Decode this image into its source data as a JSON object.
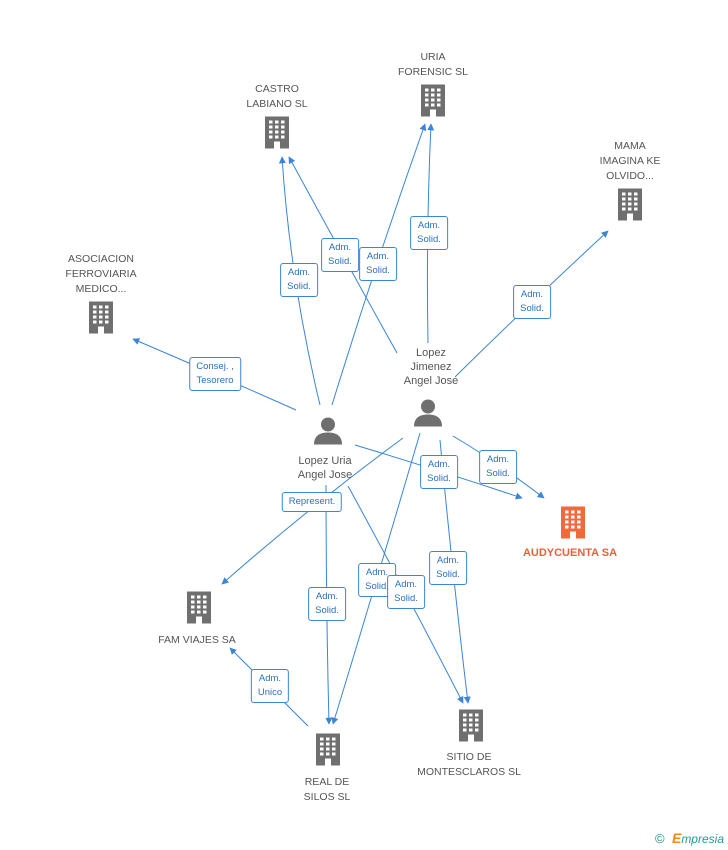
{
  "colors": {
    "edge": "#3a85d6",
    "company_icon": "#6f6f6f",
    "focus_company_icon": "#f06a3c",
    "person_icon": "#6f6f6f"
  },
  "nodes": {
    "castro": {
      "type": "company",
      "label_lines": [
        "CASTRO",
        "LABIANO SL"
      ]
    },
    "uria": {
      "type": "company",
      "label_lines": [
        "URIA",
        "FORENSIC  SL"
      ]
    },
    "mama": {
      "type": "company",
      "label_lines": [
        "MAMA",
        "IMAGINA KE",
        "OLVIDO..."
      ]
    },
    "asociacion": {
      "type": "company",
      "label_lines": [
        "ASOCIACION",
        "FERROVIARIA",
        "MEDICO..."
      ]
    },
    "lopez_jimenez": {
      "type": "person",
      "label_lines": [
        "Lopez",
        "Jimenez",
        "Angel Jose"
      ]
    },
    "lopez_uria": {
      "type": "person",
      "label_lines": [
        "Lopez Uria",
        "Angel Jose"
      ]
    },
    "audycuenta": {
      "type": "company",
      "focus": true,
      "label_lines": [
        "AUDYCUENTA SA"
      ]
    },
    "fam": {
      "type": "company",
      "label_lines": [
        "FAM VIAJES SA"
      ]
    },
    "real": {
      "type": "company",
      "label_lines": [
        "REAL DE",
        "SILOS SL"
      ]
    },
    "sitio": {
      "type": "company",
      "label_lines": [
        "SITIO DE",
        "MONTESCLAROS SL"
      ]
    }
  },
  "edges": [
    {
      "from": "lopez_uria",
      "to": "castro",
      "label_lines": [
        "Adm.",
        "Solid."
      ]
    },
    {
      "from": "lopez_jimenez",
      "to": "castro",
      "label_lines": [
        "Adm.",
        "Solid."
      ]
    },
    {
      "from": "lopez_uria",
      "to": "uria",
      "label_lines": [
        "Adm.",
        "Solid."
      ]
    },
    {
      "from": "lopez_jimenez",
      "to": "uria",
      "label_lines": [
        "Adm.",
        "Solid."
      ]
    },
    {
      "from": "lopez_jimenez",
      "to": "mama",
      "label_lines": [
        "Adm.",
        "Solid."
      ]
    },
    {
      "from": "lopez_uria",
      "to": "asociacion",
      "label_lines": [
        "Consej. ,",
        "Tesorero"
      ]
    },
    {
      "from": "lopez_uria",
      "to": "audycuenta",
      "label_lines": [
        "Adm.",
        "Solid."
      ]
    },
    {
      "from": "lopez_jimenez",
      "to": "audycuenta",
      "label_lines": [
        "Adm.",
        "Solid."
      ]
    },
    {
      "from": "lopez_jimenez",
      "to": "fam",
      "label_lines": [
        "Represent."
      ]
    },
    {
      "from": "lopez_uria",
      "to": "real",
      "label_lines": [
        "Adm.",
        "Solid."
      ]
    },
    {
      "from": "lopez_jimenez",
      "to": "real",
      "label_lines": [
        "Adm.",
        "Solid."
      ]
    },
    {
      "from": "lopez_uria",
      "to": "sitio",
      "label_lines": [
        "Adm.",
        "Solid."
      ]
    },
    {
      "from": "lopez_jimenez",
      "to": "sitio",
      "label_lines": [
        "Adm.",
        "Solid."
      ]
    },
    {
      "from": "real",
      "to": "fam",
      "label_lines": [
        "Adm.",
        "Unico"
      ]
    }
  ],
  "footer": {
    "copyright": "©",
    "brand_initial": "E",
    "brand_rest": "mpresia"
  }
}
